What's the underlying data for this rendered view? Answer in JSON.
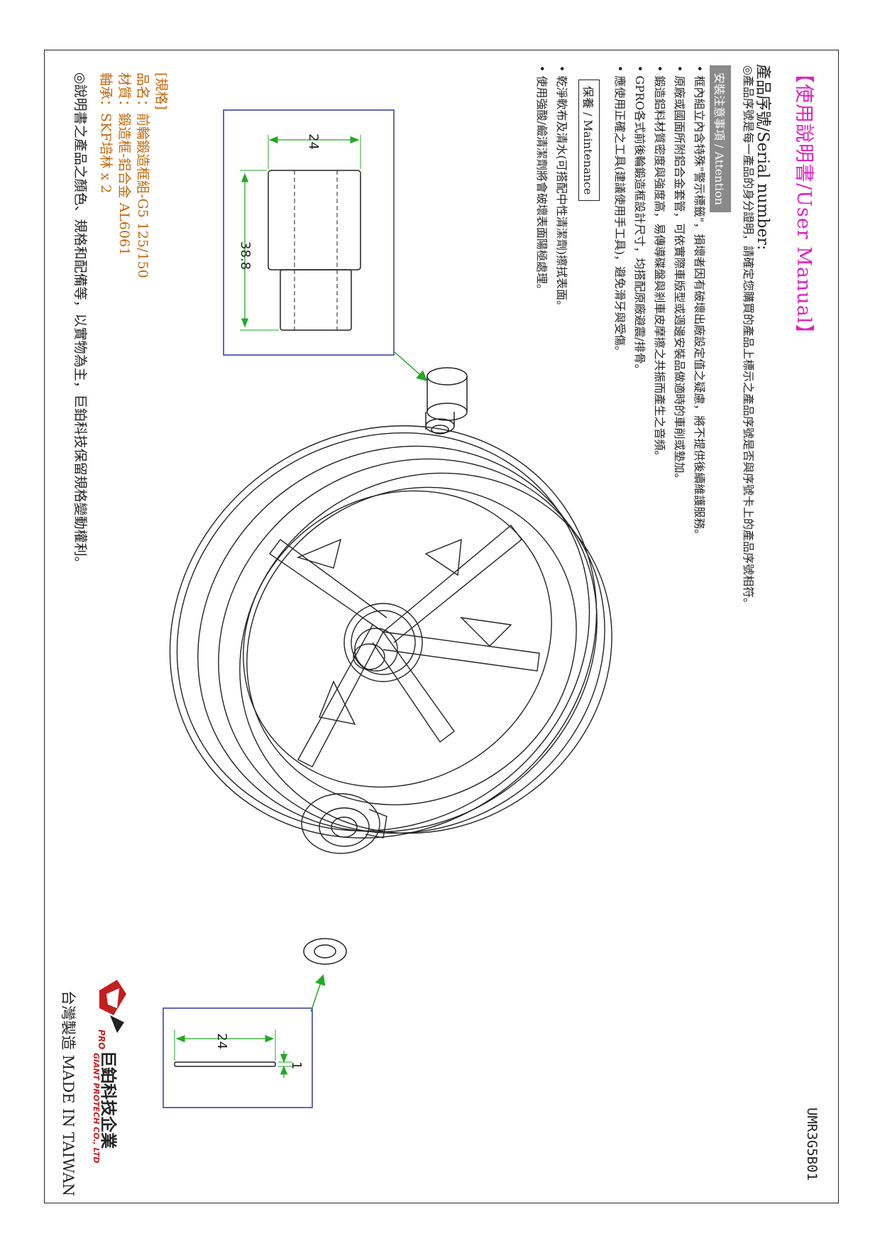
{
  "manual": {
    "title": "【使用說明書/User Manual】",
    "serial_heading": "產品序號/Serial number:",
    "serial_note": "◎產品序號是每一產品的身分證明，請確定您購買的產品上標示之產品序號是否與序號卡上的產品序號相符。"
  },
  "attention": {
    "label": "安裝注意事項 / Attention",
    "items": [
      "框內組立內含特殊\"警示標籤\"，損壞者因有破壞出廠設定值之疑慮，將不提供後續維護服務。",
      "原廠或國面所附鋁合金套管，可依實際車版型或週邊安裝品做適時的車削或墊加。",
      "鍛造鋁料材質密度與強度高，易傳導碟盤與剎車皮摩擦之共振而產生之音頻。",
      "GPRO各式前後輪鍛造框設計尺寸，均搭配原廠避震/排骨。",
      "應使用正確之工具(建議使用手工具)，避免滑牙與受傷。"
    ]
  },
  "maintenance": {
    "label": "保養 / Maintenance",
    "items": [
      "乾淨軟布及清水(可搭配中性清潔劑)擦拭表面。",
      "使用強酸/鹼清潔劑將會破壞表面陽極處理。"
    ]
  },
  "specs": {
    "label": "[規格]",
    "name": "品名：前輪鍛造框組-G5 125/150",
    "material": "材質：鍛造框-鋁合金 AL6061",
    "bearing": "軸承：SKF培林 x 2"
  },
  "note": "◎說明書之產品之顏色、規格和配備等，以實物為主，巨鉑科技保留規格變動權利。",
  "serial_code": "UMR3G5B01",
  "made_in": "台灣製造 MADE IN TAIWAN",
  "company": {
    "cn": "巨鉑科技企業",
    "en": "GIANT PROTECH CO., LTD",
    "logo_text": "PRO"
  },
  "dimensions": {
    "spacer_length": "24",
    "spacer_diameter": "38.8",
    "washer_diameter": "24",
    "washer_thickness": "1"
  },
  "colors": {
    "title": "#e020c0",
    "spec": "#c06a10",
    "callout": "#22aa22",
    "detail_box": "#3333aa",
    "logo_red": "#c41e1e"
  }
}
